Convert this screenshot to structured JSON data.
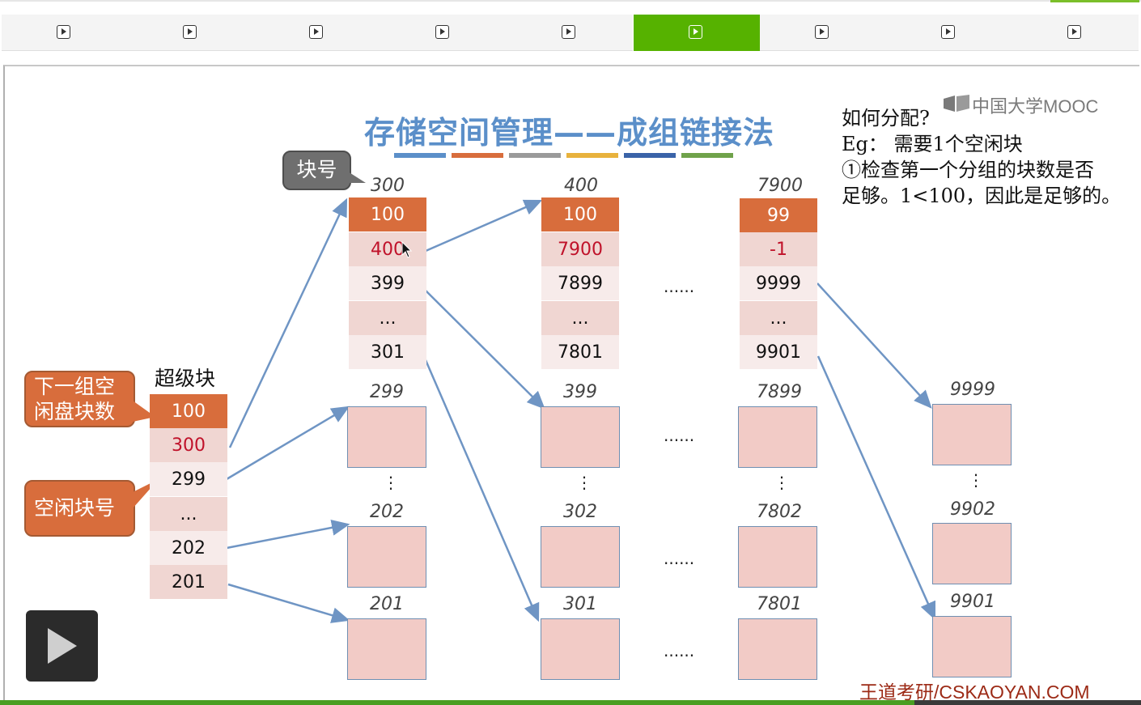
{
  "tabs": [
    {
      "active": false
    },
    {
      "active": false
    },
    {
      "active": false
    },
    {
      "active": false
    },
    {
      "active": false
    },
    {
      "active": true
    },
    {
      "active": false
    },
    {
      "active": false
    },
    {
      "active": false
    }
  ],
  "slide": {
    "title": "存储空间管理——成组链接法",
    "bar_colors": [
      "#5b8fc9",
      "#d86d3c",
      "#9a9a9a",
      "#e8b23c",
      "#3a63a8",
      "#6fa24a"
    ],
    "logo": "中国大学MOOC",
    "note": {
      "line1": "如何分配?",
      "line2": "Eg： 需要1个空闲块",
      "line3": "①检查第一个分组的块数是否",
      "line4": "足够。1<100，因此是足够的。"
    },
    "block_label_tip": "块号",
    "callout_next_group": [
      "下一组空",
      "闲盘块数"
    ],
    "callout_free_blocks": "空闲块号",
    "superblock_label": "超级块",
    "superblock": [
      "100",
      "300",
      "299",
      "...",
      "202",
      "201"
    ],
    "groups": [
      {
        "number": "300",
        "cells": [
          "100",
          "400",
          "399",
          "...",
          "301"
        ]
      },
      {
        "number": "400",
        "cells": [
          "100",
          "7900",
          "7899",
          "...",
          "7801"
        ]
      },
      {
        "number": "7900",
        "cells": [
          "99",
          "-1",
          "9999",
          "...",
          "9901"
        ]
      }
    ],
    "between_dots": "......",
    "free_block_labels": {
      "col1": [
        "299",
        "202",
        "201"
      ],
      "col2": [
        "399",
        "302",
        "301"
      ],
      "col3": [
        "7899",
        "7802",
        "7801"
      ],
      "col4": [
        "9999",
        "9902",
        "9901"
      ]
    },
    "vertical_ellipsis": "⋮",
    "watermark": "王道考研/CSKAOYAN.COM"
  },
  "colors": {
    "accent_green": "#56b200",
    "cell_header": "#d86d3c",
    "title_blue": "#5b8fc9",
    "arrow_blue": "#6f95c4",
    "free_block_fill": "#f2cbc6"
  }
}
